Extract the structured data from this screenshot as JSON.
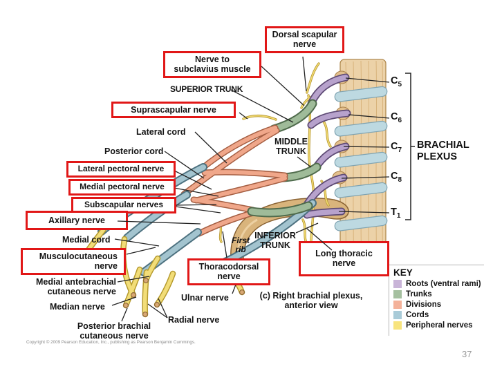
{
  "page": {
    "number": "37",
    "copyright": "Copyright © 2009 Pearson Education, Inc., publishing as Pearson Benjamin Cummings."
  },
  "caption": {
    "line1": "(c) Right brachial plexus,",
    "line2": "anterior view"
  },
  "labels": {
    "dorsal_scapular": {
      "line1": "Dorsal scapular",
      "line2": "nerve"
    },
    "nerve_to_subclavius": {
      "line1": "Nerve to",
      "line2": "subclavius muscle"
    },
    "superior_trunk": "SUPERIOR TRUNK",
    "suprascapular": "Suprascapular nerve",
    "lateral_cord": "Lateral cord",
    "posterior_cord": "Posterior cord",
    "lateral_pectoral": "Lateral pectoral nerve",
    "medial_pectoral": "Medial pectoral nerve",
    "subscapular": "Subscapular nerves",
    "axillary": "Axillary nerve",
    "medial_cord": "Medial cord",
    "musculocutaneous": {
      "line1": "Musculocutaneous",
      "line2": "nerve"
    },
    "medial_antebrachial": {
      "line1": "Medial antebrachial",
      "line2": "cutaneous nerve"
    },
    "median": "Median nerve",
    "posterior_brachial": {
      "line1": "Posterior brachial",
      "line2": "cutaneous nerve"
    },
    "radial": "Radial nerve",
    "ulnar": "Ulnar nerve",
    "thoracodorsal": {
      "line1": "Thoracodorsal",
      "line2": "nerve"
    },
    "long_thoracic": {
      "line1": "Long thoracic",
      "line2": "nerve"
    },
    "middle_trunk": {
      "line1": "MIDDLE",
      "line2": "TRUNK"
    },
    "inferior_trunk": {
      "line1": "INFERIOR",
      "line2": "TRUNK"
    },
    "first_rib": {
      "line1": "First",
      "line2": "rib"
    },
    "brachial_plexus": {
      "line1": "BRACHIAL",
      "line2": "PLEXUS"
    }
  },
  "spine_levels": {
    "c5": {
      "base": "C",
      "sub": "5"
    },
    "c6": {
      "base": "C",
      "sub": "6"
    },
    "c7": {
      "base": "C",
      "sub": "7"
    },
    "c8": {
      "base": "C",
      "sub": "8"
    },
    "t1": {
      "base": "T",
      "sub": "1"
    }
  },
  "key": {
    "title": "KEY",
    "items": [
      {
        "label": "Roots (ventral rami)",
        "color": "#c9b4d8"
      },
      {
        "label": "Trunks",
        "color": "#a5c0a0"
      },
      {
        "label": "Divisions",
        "color": "#f4b29a"
      },
      {
        "label": "Cords",
        "color": "#a9cbd8"
      },
      {
        "label": "Peripheral nerves",
        "color": "#f8e47e"
      }
    ]
  },
  "colors": {
    "highlight_box": "#e11717",
    "leader_line": "#222222"
  }
}
